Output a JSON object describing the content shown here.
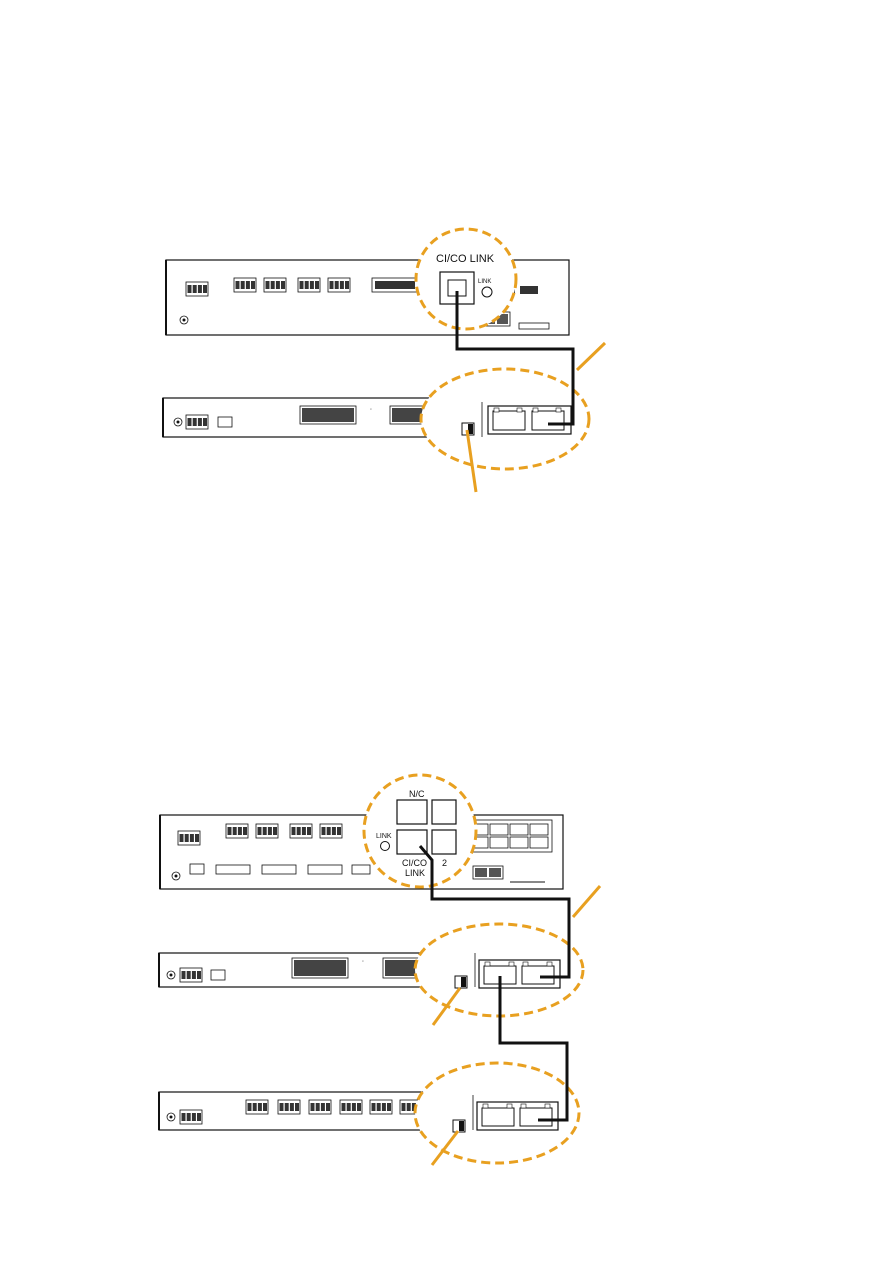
{
  "diagram_top": {
    "callout_label": "CI/CO LINK",
    "led_label": "LINK"
  },
  "diagram_bottom": {
    "port_nc_label": "N/C",
    "port_cico_label_line1": "CI/CO",
    "port_cico_label_line2": "LINK",
    "port_2_label": "2",
    "led_label": "LINK"
  },
  "colors": {
    "callout_orange": "#E8A020",
    "cable": "#111111",
    "panel_stroke": "#111111"
  }
}
